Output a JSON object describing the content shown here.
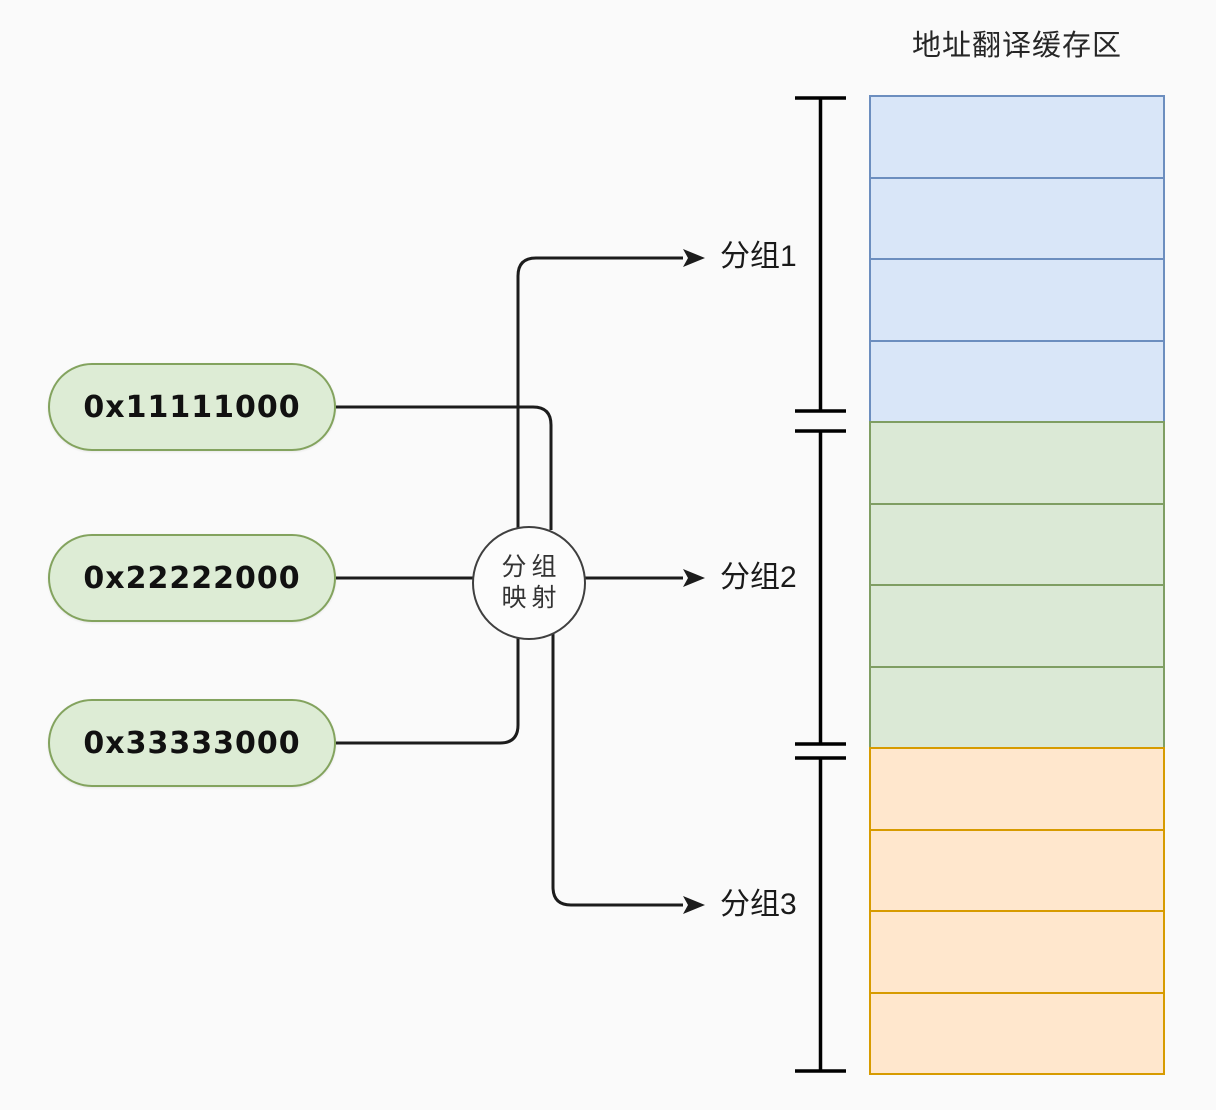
{
  "title": "地址翻译缓存区",
  "addresses": [
    {
      "label": "0x11111000"
    },
    {
      "label": "0x22222000"
    },
    {
      "label": "0x33333000"
    }
  ],
  "mapper": {
    "line1": "分组",
    "line2": "映射"
  },
  "groups": [
    {
      "label": "分组1"
    },
    {
      "label": "分组2"
    },
    {
      "label": "分组3"
    }
  ],
  "cache_column": {
    "groups": [
      {
        "name": "group-1",
        "rows": 4,
        "fill": "#d9e6f8",
        "border": "#6c8ebf"
      },
      {
        "name": "group-2",
        "rows": 4,
        "fill": "#dbe9d6",
        "border": "#7f9e63"
      },
      {
        "name": "group-3",
        "rows": 4,
        "fill": "#ffe7cd",
        "border": "#d79b00"
      }
    ]
  },
  "colors": {
    "background": "#fafafa",
    "title_text": "#262626",
    "label_text": "#1a1a1a",
    "wire": "#1c1c1c",
    "bracket": "#000000",
    "pill_fill": "#ddecd5",
    "pill_border": "#83a35e",
    "pill_text": "#111111",
    "circle_fill": "#fcfcfc",
    "circle_border": "#3f3f3f"
  }
}
